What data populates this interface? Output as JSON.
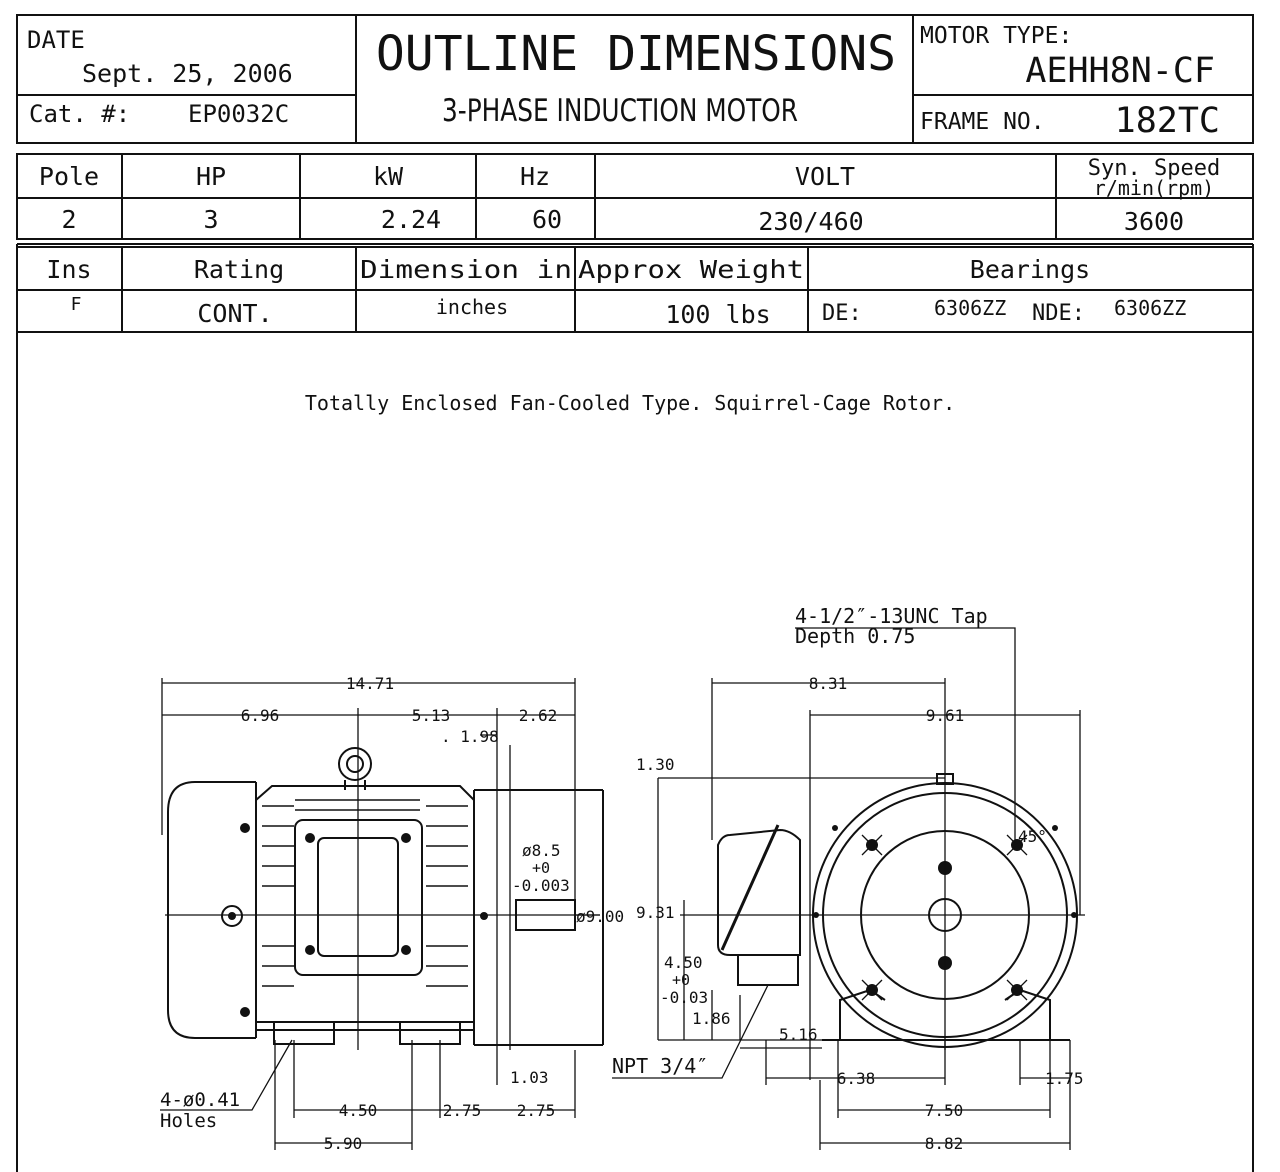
{
  "title_block": {
    "date_label": "DATE",
    "date_value": "Sept. 25, 2006",
    "cat_label": "Cat. #:",
    "cat_value": "EP0032C",
    "title": "OUTLINE DIMENSIONS",
    "subtitle": "3-PHASE INDUCTION MOTOR",
    "motor_type_label": "MOTOR TYPE:",
    "motor_type_value": "AEHH8N-CF",
    "frame_label": "FRAME NO.",
    "frame_value": "182TC"
  },
  "spec_table_1": {
    "headers": [
      "Pole",
      "HP",
      "kW",
      "Hz",
      "VOLT",
      "Syn. Speed",
      "r/min(rpm)"
    ],
    "values": [
      "2",
      "3",
      "2.24",
      "60",
      "230/460",
      "3600"
    ]
  },
  "spec_table_2": {
    "headers": [
      "Ins",
      "Rating",
      "Dimension in",
      "Approx Weight",
      "Bearings"
    ],
    "values": [
      "F",
      "CONT.",
      "inches",
      "100 lbs"
    ],
    "de_label": "DE:",
    "de_value": "6306ZZ",
    "nde_label": "NDE:",
    "nde_value": "6306ZZ"
  },
  "description": "Totally Enclosed Fan-Cooled Type. Squirrel-Cage Rotor.",
  "side_view": {
    "overall_length": "14.71",
    "d_6_96": "6.96",
    "d_5_13": "5.13",
    "d_2_62": "2.62",
    "d_1_98": ". 1.98",
    "shaft_dia": "ø8.5",
    "shaft_tol_plus": "+0",
    "shaft_tol_minus": "-0.003",
    "flange_dia": "ø9.00",
    "d_1_03": "1.03",
    "holes_line1": "4-ø0.41",
    "holes_line2": "Holes",
    "d_4_50": "4.50",
    "d_2_75a": "2.75",
    "d_2_75b": "2.75",
    "d_5_90": "5.90"
  },
  "end_view": {
    "tap_line1": "4-1/2″-13UNC Tap",
    "tap_line2": "Depth 0.75",
    "d_8_31": "8.31",
    "d_9_61": "9.61",
    "d_1_30": "1.30",
    "d_9_31": "9.31",
    "d_45deg": "45°",
    "d_4_50": "4.50",
    "d_tol_plus": "+0",
    "d_tol_minus": "-0.03",
    "d_1_86": "1.86",
    "d_5_16": "5.16",
    "npt": "NPT 3/4″",
    "d_6_38": "6.38",
    "d_1_75": "1.75",
    "d_7_50": "7.50",
    "d_8_82": "8.82"
  }
}
